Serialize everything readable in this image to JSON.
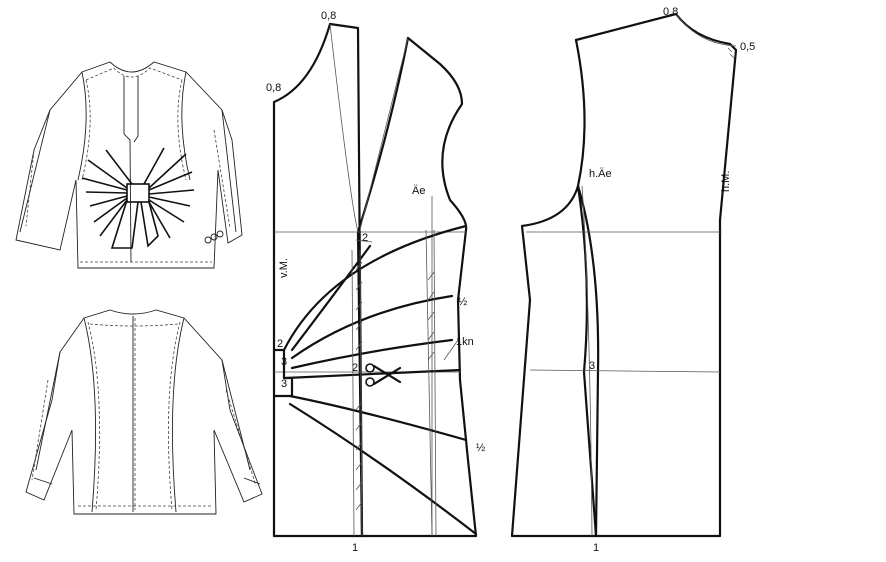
{
  "labels": {
    "shoulder_front": "0,8",
    "neck_front": "0,8",
    "shoulder_back": "0,8",
    "neck_back": "0,5",
    "armhole_front": "Äe",
    "armhole_back": "h.Äe",
    "center_front": "v.M.",
    "center_back": "h.M.",
    "tuck_upper": "2",
    "gather_left_1": "2",
    "gather_left_2": "3",
    "gather_left_3": "3",
    "gather_mid": "2",
    "half_upper": "½",
    "half_lower": "½",
    "knot": "1kn",
    "hem_front": "1",
    "hem_back": "1",
    "back_side": "3"
  }
}
